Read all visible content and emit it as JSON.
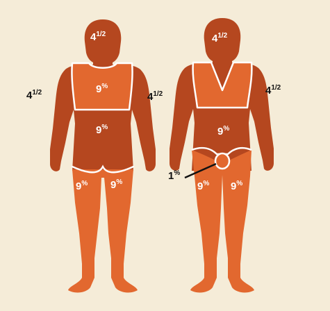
{
  "colors": {
    "background": "#f5ecd8",
    "body_dark": "#b5471f",
    "body_light": "#e2682f",
    "outline": "#ffffff",
    "label_light": "#ffffff",
    "label_dark": "#111111"
  },
  "figures": [
    {
      "view": "back",
      "labels": {
        "head": {
          "base": "4",
          "sup": "1/2"
        },
        "arm_left": {
          "base": "4",
          "sup": "1/2"
        },
        "arm_right": {
          "base": "4",
          "sup": "1/2"
        },
        "upper_back": {
          "base": "9",
          "sup": "%"
        },
        "lower_back": {
          "base": "9",
          "sup": "%"
        },
        "leg_left": {
          "base": "9",
          "sup": "%"
        },
        "leg_right": {
          "base": "9",
          "sup": "%"
        }
      }
    },
    {
      "view": "front",
      "labels": {
        "head": {
          "base": "4",
          "sup": "1/2"
        },
        "arm_right": {
          "base": "4",
          "sup": "1/2"
        },
        "abdomen": {
          "base": "9",
          "sup": "%"
        },
        "groin": {
          "base": "1",
          "sup": "%"
        },
        "leg_left": {
          "base": "9",
          "sup": "%"
        },
        "leg_right": {
          "base": "9",
          "sup": "%"
        }
      }
    }
  ]
}
